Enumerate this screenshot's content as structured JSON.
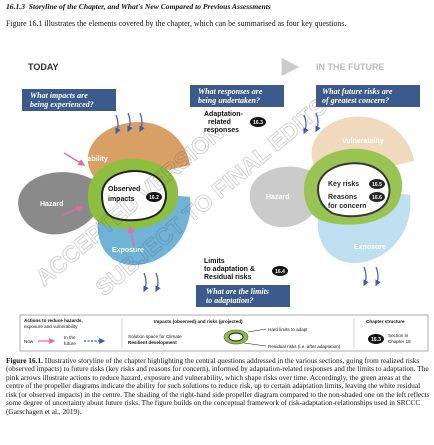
{
  "section": {
    "number": "16.1.3",
    "title": "Storyline of the Chapter, and What's New Compared to Previous Assessments"
  },
  "intro_text": "Figure 16.1 illustrates the elements covered by the chapter, which can be summarised as four key questions.",
  "figure": {
    "today_label": "TODAY",
    "future_label": "IN THE FUTURE",
    "questions": {
      "impacts": [
        "What impacts are",
        "being experienced?"
      ],
      "responses": [
        "What responses are",
        "being undertaken?"
      ],
      "future_risks": [
        "What future risks are",
        "of greatest concern?"
      ],
      "limits": [
        "What are the limits",
        "to adaptation?"
      ]
    },
    "left_propeller": {
      "vulnerability": "Vulnerability",
      "hazard": "Hazard",
      "exposure": "Exposure",
      "center": [
        "Observed",
        "impacts"
      ],
      "center_badge": "16.2"
    },
    "right_propeller": {
      "vulnerability": "Vulnerability",
      "hazard": "Hazard",
      "exposure": "Exposure",
      "key_risks": "Key risks",
      "key_risks_badge": "16.5",
      "reasons": [
        "Reasons",
        "for concern"
      ],
      "reasons_badge": "16.6"
    },
    "adaptation": {
      "label": [
        "Adaptation-",
        "related",
        "responses"
      ],
      "badge": "16.3"
    },
    "limits": {
      "label": [
        "Limits",
        "to adaptation &",
        "Residual risks"
      ],
      "badge": "16.4"
    },
    "legend": {
      "actions_title": [
        "Actions to reduce hazards,",
        "exposure and vulnerability"
      ],
      "now": "Now",
      "future": [
        "In the",
        "future"
      ],
      "impacts_title": "Impacts (observed) and risks (projected)",
      "solution_space": [
        "Solution space for Climate",
        "Resilient development"
      ],
      "hard_limits": "Hard limits to adapt",
      "residual": "Residual risks (i.e. after adaptation)",
      "chapter_structure_title": "Chapter structure",
      "section_badge": "16.3",
      "section_text": [
        "Section in",
        "Chapter 16"
      ]
    },
    "watermark": [
      "ACCEPTED VERSION",
      "SUBJECT TO FINAL EDITS"
    ]
  },
  "caption": {
    "label": "Figure 16.1.",
    "text": "Illustrative storyline of the chapter highlighting the central questions addressed in the various sections, going from realized risks (observed impacts) to future risks (key risks and reasons for concern), informed by adaptation-related responses and the limits to adaptation. The pink arrows illustrate actions to reduce hazard, exposure and vulnerability, which shape risks over time. Accordingly, the green areas at the centre of the propeller diagrams indicate the ability for such solutions to reduce risk, up to certain adaptation limits, leaving the white residual risk (or observed impacts) in the centre. The shading of the right-hand side propeller diagram compared to the non-shaded one on the left reflects some degree of uncertainty about future risks. The figure builds on the conceptual framework of risk-adaptation-relationships used in SRCCC (Garschagen et al., 2019)."
  },
  "colors": {
    "vulnerability": "#d9a066",
    "hazard": "#8a8a8a",
    "exposure": "#6fb3d6",
    "question_box": "#3d5a8c",
    "solution_green": "#8dbf3f",
    "action_arrow": "#e26ca0",
    "future_arrow": "#3b5bb5"
  }
}
